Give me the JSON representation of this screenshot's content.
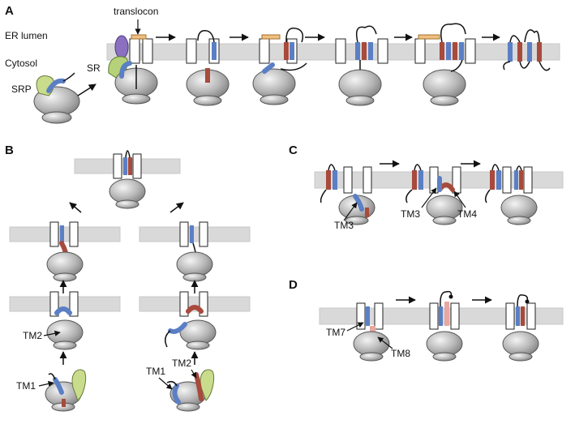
{
  "panels": {
    "a": "A",
    "b": "B",
    "c": "C",
    "d": "D"
  },
  "labels": {
    "er_lumen": "ER lumen",
    "cytosol": "Cytosol",
    "translocon": "translocon",
    "sr": "SR",
    "srp": "SRP",
    "tm1": "TM1",
    "tm2": "TM2",
    "tm3": "TM3",
    "tm4": "TM4",
    "tm7": "TM7",
    "tm8": "TM8"
  },
  "colors": {
    "membrane": "#d9d9d9",
    "membrane_edge": "#c2c2c2",
    "ribosome_light": "#f2f2f2",
    "ribosome_dark": "#8c8c8c",
    "tm_blue": "#5b7fc4",
    "tm_red": "#a84a3c",
    "tm_pink": "#e8a8a0",
    "srp_green": "#c9dc8c",
    "sr_green": "#b5d27a",
    "sr_purple": "#8c70c0",
    "loop_orange": "#f0c080",
    "line": "#111111"
  }
}
